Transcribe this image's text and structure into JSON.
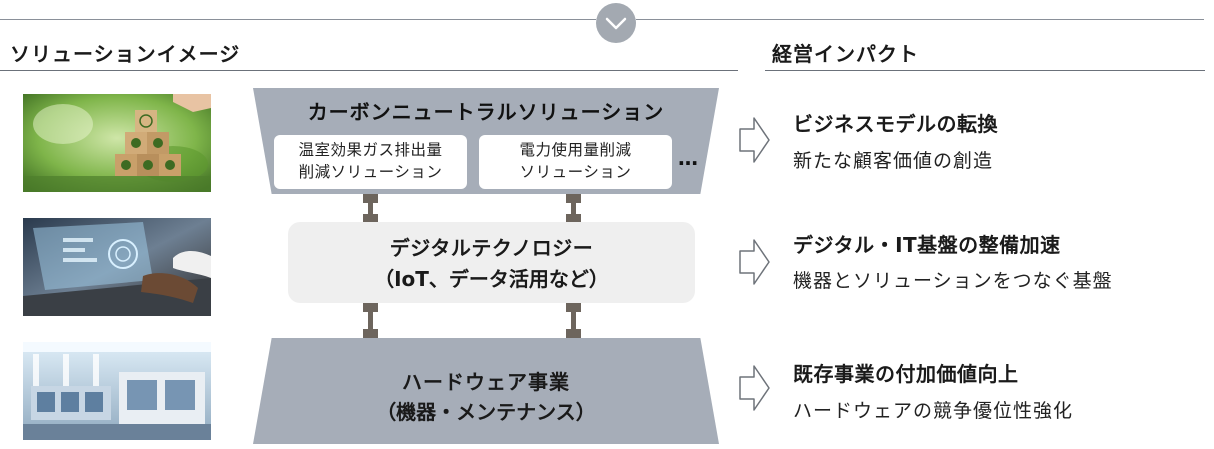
{
  "header": {
    "left_title": "ソリューションイメージ",
    "right_title": "経営インパクト"
  },
  "icons": {
    "header_badge": "chevron-down-icon",
    "flow_arrow": "arrow-right-outline-icon"
  },
  "colors": {
    "shape_gray": "#a6adb8",
    "middle_box": "#efefef",
    "connector": "#6d655d",
    "badge": "#a3a9b1"
  },
  "solution": {
    "carbon": {
      "title": "カーボンニュートラルソリューション",
      "items": [
        {
          "line1": "温室効果ガス排出量",
          "line2": "削減ソリューション"
        },
        {
          "line1": "電力使用量削減",
          "line2": "ソリューション"
        }
      ],
      "more": "…"
    },
    "digital": {
      "line1": "デジタルテクノロジー",
      "line2": "（IoT、データ活用など）"
    },
    "hardware": {
      "line1": "ハードウェア事業",
      "line2": "（機器・メンテナンス）"
    }
  },
  "impacts": [
    {
      "title": "ビジネスモデルの転換",
      "desc": "新たな顧客価値の創造"
    },
    {
      "title": "デジタル・IT基盤の整備加速",
      "desc": "機器とソリューションをつなぐ基盤"
    },
    {
      "title": "既存事業の付加価値向上",
      "desc": "ハードウェアの競争優位性強化"
    }
  ]
}
